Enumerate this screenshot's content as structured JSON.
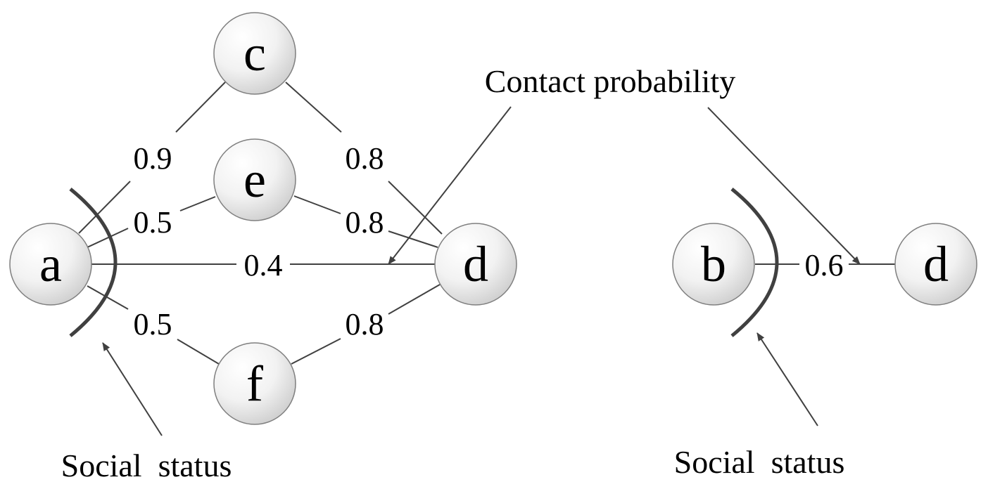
{
  "nodes": {
    "c": "c",
    "e": "e",
    "a": "a",
    "d_left": "d",
    "f": "f",
    "b": "b",
    "d_right": "d"
  },
  "edges": {
    "a_c": "0.9",
    "c_d": "0.8",
    "a_e": "0.5",
    "e_d": "0.8",
    "a_d": "0.4",
    "a_f": "0.5",
    "f_d": "0.8",
    "b_d": "0.6"
  },
  "annotations": {
    "contact_probability": "Contact probability",
    "social_status_left": "Social  status",
    "social_status_right": "Social  status"
  },
  "colors": {
    "node_fill_light": "#ffffff",
    "node_fill_dark": "#d9d9d9",
    "node_stroke": "#7f7f7f",
    "edge": "#404040",
    "arc": "#404040"
  }
}
